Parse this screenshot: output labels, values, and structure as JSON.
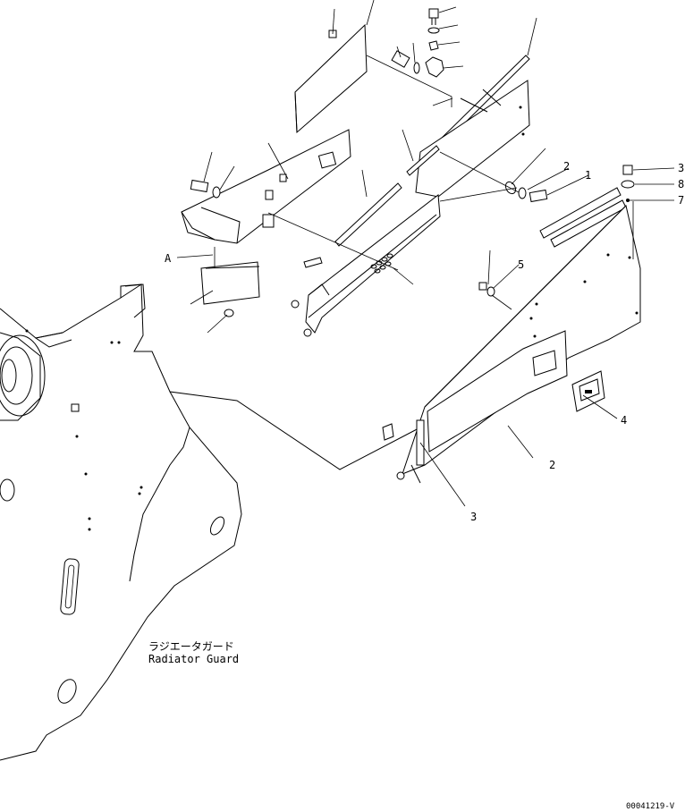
{
  "callouts": {
    "a": "A",
    "b1": "1",
    "b2": "2",
    "b3": "3",
    "b4": "4",
    "b5": "5",
    "b7": "7",
    "b8": "8"
  },
  "caption": {
    "japanese": "ラジエータガード",
    "english": "Radiator Guard"
  },
  "doc_id": "00041219-V"
}
